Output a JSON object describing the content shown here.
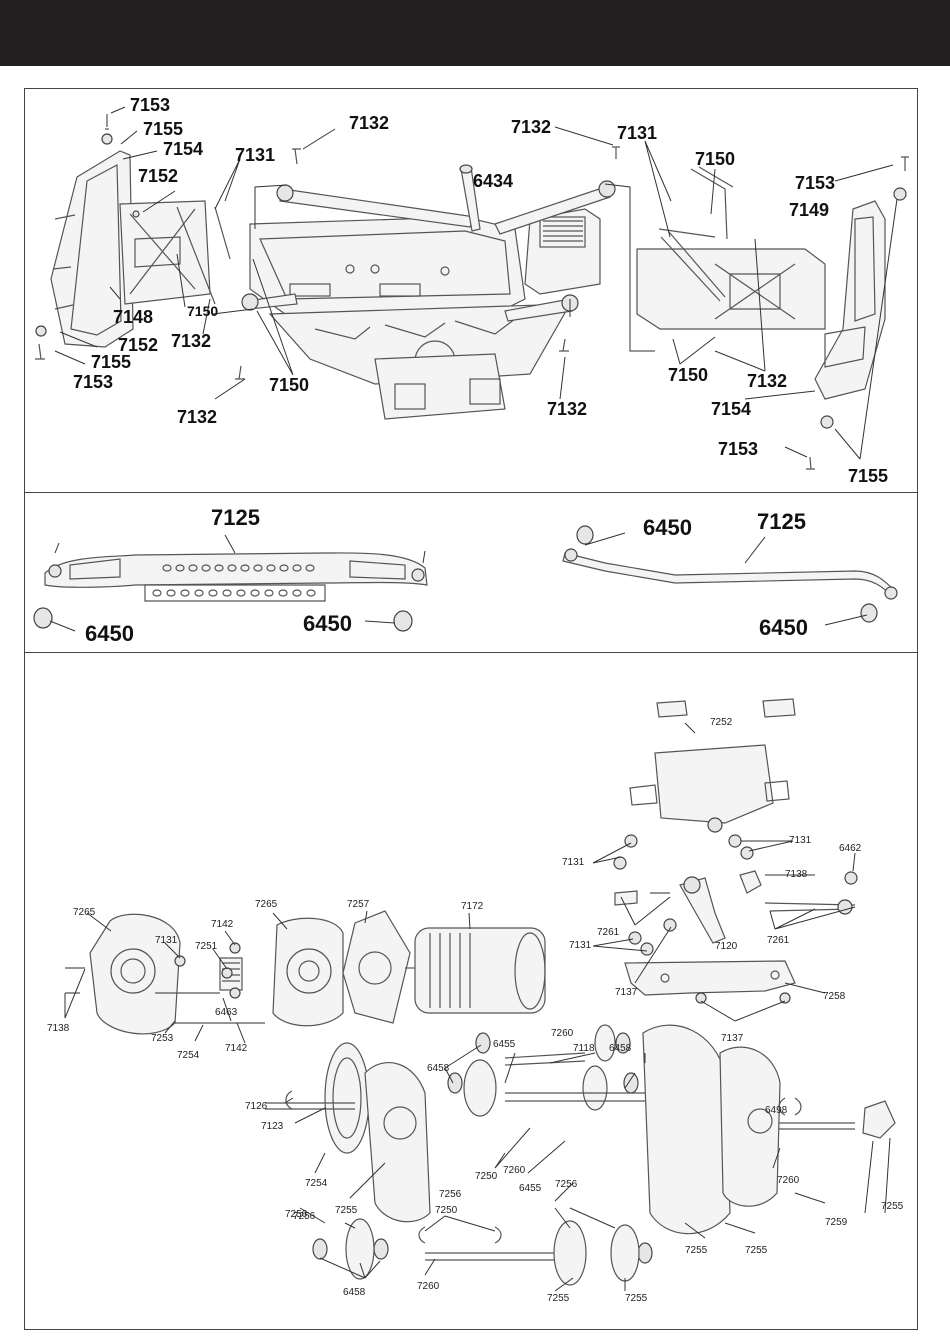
{
  "labels": {
    "chassis": [
      "7153",
      "7155",
      "7154",
      "7131",
      "7152",
      "7132",
      "6434",
      "7132",
      "7131",
      "7150",
      "7153",
      "7149",
      "7148",
      "7150",
      "7152",
      "7132",
      "7155",
      "7153",
      "7132",
      "7150",
      "7132",
      "7150",
      "7132",
      "7154",
      "7153",
      "7155"
    ],
    "links": [
      "7125",
      "6450",
      "6450",
      "6450",
      "7125",
      "6450"
    ],
    "trans": [
      "7252",
      "7131",
      "7131",
      "6462",
      "7138",
      "7261",
      "7120",
      "7261",
      "7131",
      "7137",
      "7258",
      "7137",
      "7265",
      "7131",
      "7142",
      "7251",
      "7265",
      "7257",
      "7172",
      "7138",
      "7253",
      "6463",
      "7254",
      "7142",
      "6458",
      "6455",
      "7260",
      "7118",
      "6458",
      "7126",
      "7123",
      "7250",
      "7260",
      "6455",
      "7256",
      "6498",
      "7254",
      "7256",
      "7255",
      "7250",
      "7256",
      "7255",
      "7259",
      "7255",
      "7256",
      "7255",
      "7260",
      "6458",
      "7255",
      "7255",
      "7260"
    ]
  }
}
